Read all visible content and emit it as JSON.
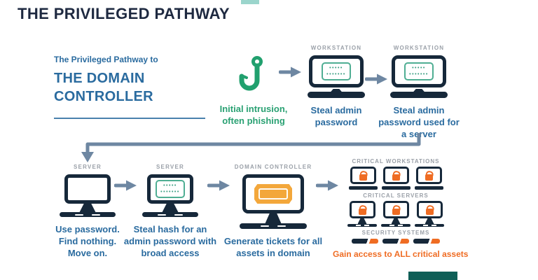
{
  "page": {
    "title": "THE PRIVILEGED PATHWAY"
  },
  "intro": {
    "subtitle": "The Privileged Pathway to",
    "title_line1": "THE DOMAIN",
    "title_line2": "CONTROLLER"
  },
  "steps": {
    "phishing": {
      "caption": "Initial intrusion, often phishing"
    },
    "workstation1": {
      "label": "WORKSTATION",
      "caption": "Steal admin password"
    },
    "workstation2": {
      "label": "WORKSTATION",
      "caption": "Steal admin password used for a server"
    },
    "server1": {
      "label": "SERVER",
      "caption": "Use password. Find nothing. Move on."
    },
    "server2": {
      "label": "SERVER",
      "caption": "Steal hash for an admin password with broad access"
    },
    "domain_controller": {
      "label": "DOMAIN CONTROLLER",
      "caption": "Generate tickets for all assets in domain"
    }
  },
  "targets": {
    "workstations_label": "CRITICAL WORKSTATIONS",
    "servers_label": "CRITICAL SERVERS",
    "security_label": "SECURITY SYSTEMS",
    "result": "Gain access to ALL critical assets"
  },
  "icons": {
    "fishhook": "fishhook",
    "arrow": "arrow-right",
    "workstation": "laptop-monitor",
    "server": "desktop-monitor",
    "ticket": "golden-ticket",
    "lock": "open-padlock",
    "security_bar": "disabled-security-bar",
    "password_dots": {
      "row1": "•••••",
      "row2": "•••••••"
    }
  },
  "colors": {
    "navy": "#16283a",
    "blue": "#2a6b9f",
    "green": "#2aa173",
    "teal": "#4fae93",
    "amber": "#f3a73b",
    "orange": "#ef6c23",
    "gray_label": "#9aa0a8",
    "arrow_gray": "#6e87a2"
  }
}
